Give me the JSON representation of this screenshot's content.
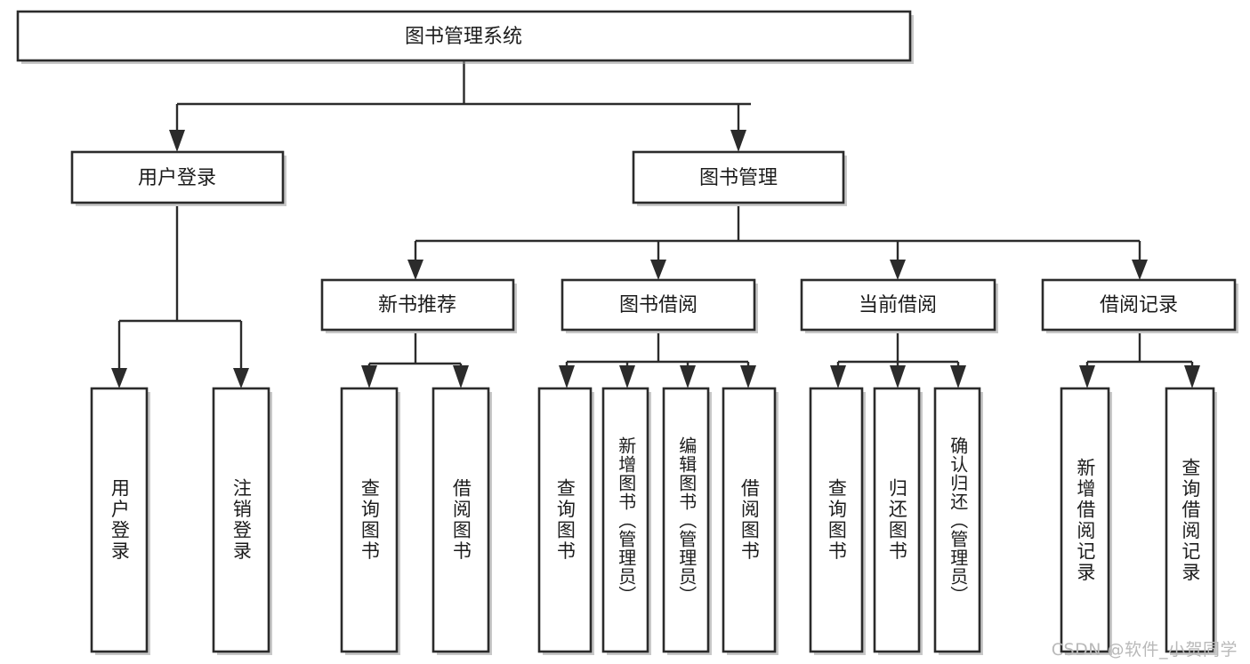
{
  "diagram": {
    "title": "图书管理系统",
    "type": "tree",
    "watermark": "CSDN @软件_小贺同学",
    "colors": {
      "box_stroke": "#2b2b2b",
      "box_fill": "#ffffff",
      "edge": "#2b2b2b",
      "text": "#1c1c1c",
      "watermark": "#b9b9b9"
    },
    "nodes": {
      "root": {
        "label": "图书管理系统",
        "level": 0,
        "orientation": "horizontal"
      },
      "l1": [
        {
          "id": "user-login",
          "label": "用户登录",
          "level": 1,
          "orientation": "horizontal"
        },
        {
          "id": "book-manage",
          "label": "图书管理",
          "level": 1,
          "orientation": "horizontal"
        }
      ],
      "l2": [
        {
          "id": "new-book-rec",
          "label": "新书推荐",
          "level": 2,
          "orientation": "horizontal",
          "parent": "book-manage"
        },
        {
          "id": "book-borrow",
          "label": "图书借阅",
          "level": 2,
          "orientation": "horizontal",
          "parent": "book-manage"
        },
        {
          "id": "current-borrow",
          "label": "当前借阅",
          "level": 2,
          "orientation": "horizontal",
          "parent": "book-manage"
        },
        {
          "id": "borrow-record",
          "label": "借阅记录",
          "level": 2,
          "orientation": "horizontal",
          "parent": "book-manage"
        }
      ],
      "leaves": [
        {
          "id": "leaf-user-login",
          "label": "用户登录",
          "parent": "user-login",
          "orientation": "vertical"
        },
        {
          "id": "leaf-logout",
          "label": "注销登录",
          "parent": "user-login",
          "orientation": "vertical"
        },
        {
          "id": "leaf-query-book-1",
          "label": "查询图书",
          "parent": "new-book-rec",
          "orientation": "vertical"
        },
        {
          "id": "leaf-borrow-book-1",
          "label": "借阅图书",
          "parent": "new-book-rec",
          "orientation": "vertical"
        },
        {
          "id": "leaf-query-book-2",
          "label": "查询图书",
          "parent": "book-borrow",
          "orientation": "vertical"
        },
        {
          "id": "leaf-add-book",
          "label": "新增图书（管理员）",
          "parent": "book-borrow",
          "orientation": "vertical"
        },
        {
          "id": "leaf-edit-book",
          "label": "编辑图书（管理员）",
          "parent": "book-borrow",
          "orientation": "vertical"
        },
        {
          "id": "leaf-borrow-book-2",
          "label": "借阅图书",
          "parent": "book-borrow",
          "orientation": "vertical"
        },
        {
          "id": "leaf-query-book-3",
          "label": "查询图书",
          "parent": "current-borrow",
          "orientation": "vertical"
        },
        {
          "id": "leaf-return-book",
          "label": "归还图书",
          "parent": "current-borrow",
          "orientation": "vertical"
        },
        {
          "id": "leaf-confirm-return",
          "label": "确认归还（管理员）",
          "parent": "current-borrow",
          "orientation": "vertical"
        },
        {
          "id": "leaf-add-record",
          "label": "新增借阅记录",
          "parent": "borrow-record",
          "orientation": "vertical"
        },
        {
          "id": "leaf-query-record",
          "label": "查询借阅记录",
          "parent": "borrow-record",
          "orientation": "vertical"
        }
      ]
    }
  }
}
